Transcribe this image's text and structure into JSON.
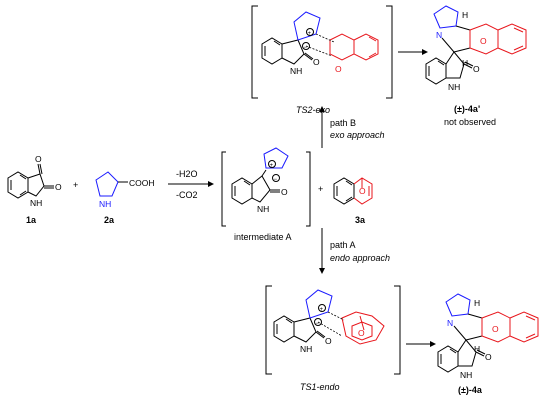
{
  "labels": {
    "cmp_1a": "1a",
    "cmp_2a": "2a",
    "cmp_3a": "3a",
    "plus_1": "+",
    "plus_2": "+",
    "cooh": "COOH",
    "cond_h2o": "-H2O",
    "cond_co2": "-CO2",
    "intermediate": "intermediate A",
    "path_b": "path B",
    "exo_approach": "exo approach",
    "path_a": "path A",
    "endo_approach": "endo approach",
    "ts2": "TS2-exo",
    "ts1": "TS1-endo",
    "prod_4a_prime": "(±)-4a'",
    "not_observed": "not observed",
    "prod_4a": "(±)-4a"
  },
  "atoms": {
    "O": "O",
    "N": "N",
    "NH": "NH",
    "H": "H",
    "HN": "H",
    "charge_plus": "+",
    "charge_minus": "−"
  },
  "colors": {
    "proline": "#1a1aff",
    "dienophile": "#e8151b"
  }
}
